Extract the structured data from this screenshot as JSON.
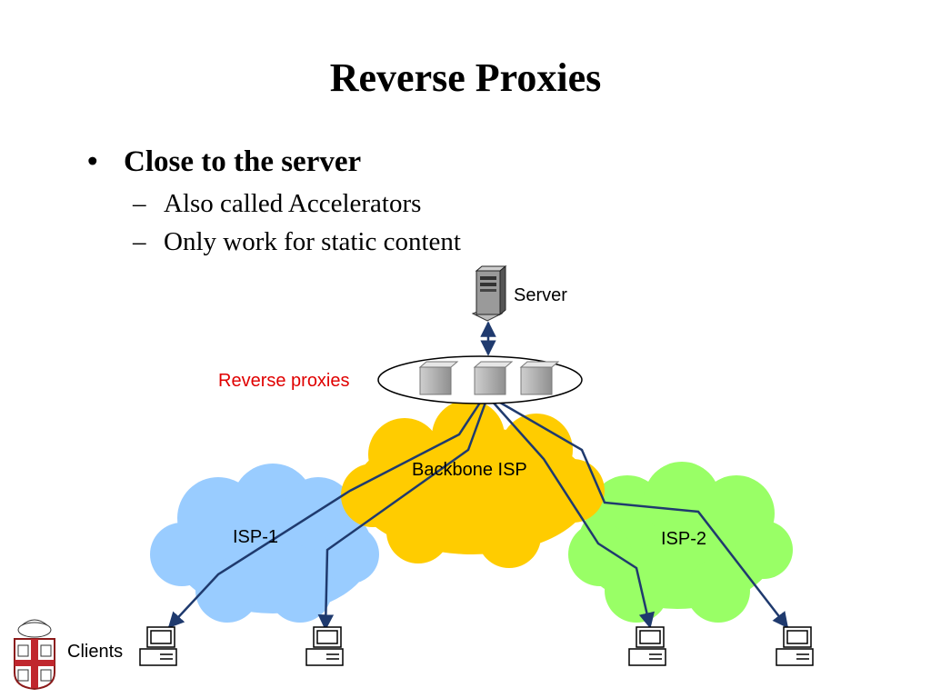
{
  "slide": {
    "title": "Reverse Proxies",
    "bullet": "Close to the server",
    "sub_bullets": [
      "Also called Accelerators",
      "Only work for static content"
    ]
  },
  "diagram": {
    "server_label": "Server",
    "proxies_label": "Reverse proxies",
    "backbone_label": "Backbone ISP",
    "isp1_label": "ISP-1",
    "isp2_label": "ISP-2",
    "clients_label": "Clients",
    "colors": {
      "backbone": "#ffcc00",
      "isp1": "#99ccff",
      "isp2": "#99ff66",
      "link": "#1f3a6e",
      "proxies_label": "#e00000"
    }
  }
}
